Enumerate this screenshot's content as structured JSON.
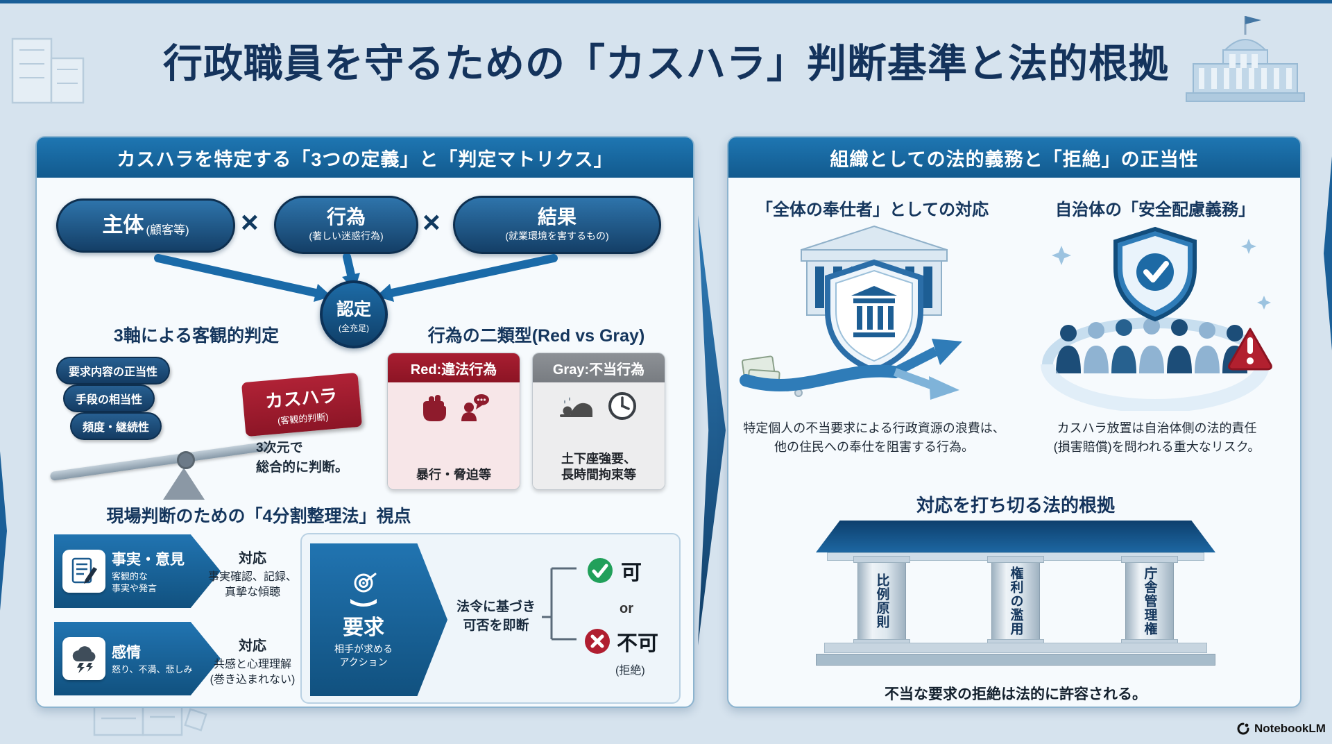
{
  "title": "行政職員を守るための「カスハラ」判断基準と法的根拠",
  "left_panel": {
    "header": "カスハラを特定する「3つの定義」と「判定マトリクス」",
    "times": "×",
    "pills": [
      {
        "main": "主体",
        "sub": "(顧客等)"
      },
      {
        "main": "行為",
        "sub": "(著しい迷惑行為)"
      },
      {
        "main": "結果",
        "sub": "(就業環境を害するもの)"
      }
    ],
    "certification": {
      "main": "認定",
      "sub": "(全充足)"
    },
    "axes": {
      "title": "3軸による客観的判定",
      "items": [
        "要求内容の正当性",
        "手段の相当性",
        "頻度・継続性"
      ],
      "label_main": "カスハラ",
      "label_sub": "(客観的判断)",
      "note": "3次元で\n総合的に判断。"
    },
    "types": {
      "title": "行為の二類型(Red vs Gray)",
      "red": {
        "header": "Red:違法行為",
        "caption": "暴行・脅迫等"
      },
      "gray": {
        "header": "Gray:不当行為",
        "caption": "土下座強要、\n長時間拘束等"
      }
    },
    "quadrant": {
      "title": "現場判断のための「4分割整理法」視点",
      "fact": {
        "label": "事実・意見",
        "sub": "客観的な\n事実や発言",
        "response_title": "対応",
        "response_body": "事実確認、記録、\n真摯な傾聴"
      },
      "emotion": {
        "label": "感情",
        "sub": "怒り、不満、悲しみ",
        "response_title": "対応",
        "response_body": "共感と心理理解\n(巻き込まれない)"
      },
      "demand": {
        "label": "要求",
        "sub": "相手が求める\nアクション",
        "judge": "法令に基づき\n可否を即断",
        "ok": "可",
        "or": "or",
        "ng": "不可",
        "ng_sub": "(拒絶)"
      }
    }
  },
  "right_panel": {
    "header": "組織としての法的義務と「拒絶」の正当性",
    "servant": {
      "title": "「全体の奉仕者」としての対応",
      "caption": "特定個人の不当要求による行政資源の浪費は、\n他の住民への奉仕を阻害する行為。"
    },
    "safety": {
      "title": "自治体の「安全配慮義務」",
      "caption": "カスハラ放置は自治体側の法的責任\n(損害賠償)を問われる重大なリスク。"
    },
    "legal": {
      "title": "対応を打ち切る法的根拠",
      "pillars": [
        "比例原則",
        "権利の濫用",
        "庁舎管理権"
      ],
      "caption": "不当な要求の拒絶は法的に許容される。"
    }
  },
  "footer": {
    "brand": "NotebookLM"
  },
  "colors": {
    "accent_blue": "#1e76b2",
    "navy": "#14335c",
    "red": "#a31c2f",
    "gray": "#85898e",
    "green": "#21a05a",
    "ng_red": "#b01e30"
  }
}
